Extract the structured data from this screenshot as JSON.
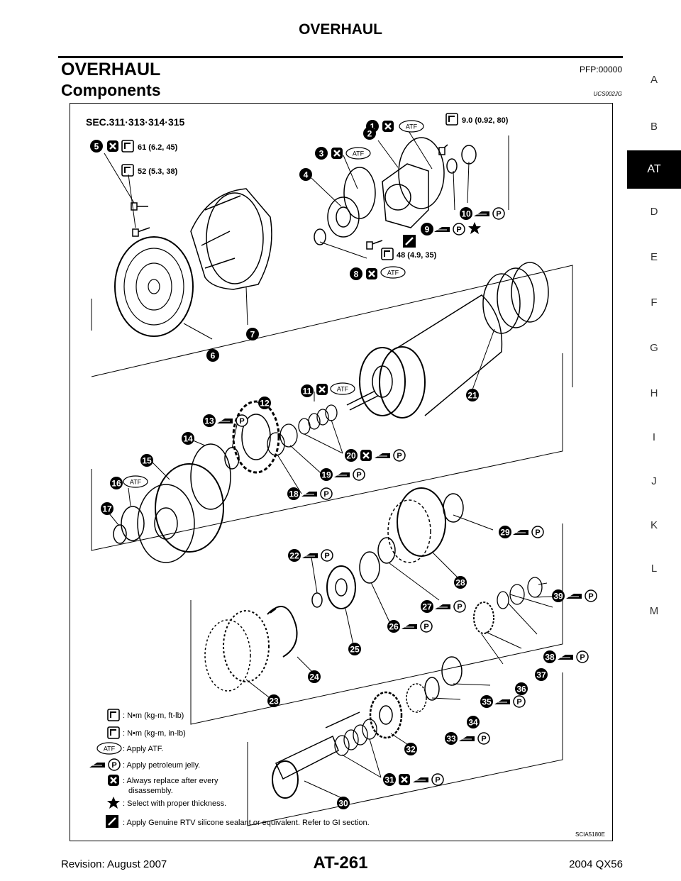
{
  "header": {
    "running_title": "OVERHAUL"
  },
  "section": {
    "title": "OVERHAUL",
    "code": "PFP:00000"
  },
  "subsection": {
    "title": "Components",
    "code": "UCS002JG"
  },
  "side_index": [
    "A",
    "B",
    "AT",
    "D",
    "E",
    "F",
    "G",
    "H",
    "I",
    "J",
    "K",
    "L",
    "M"
  ],
  "side_index_active": "AT",
  "diagram": {
    "sec_label": "SEC.311·313·314·315",
    "torques": {
      "t1": "9.0  (0.92,  80)",
      "t5": "61  (6.2,  45)",
      "t52": "52  (5.3,  38)",
      "t48": "48  (4.9,  35)"
    },
    "atf_label": "ATF",
    "jelly_label": "P",
    "callouts": [
      "1",
      "2",
      "3",
      "4",
      "5",
      "6",
      "7",
      "8",
      "9",
      "10",
      "11",
      "12",
      "13",
      "14",
      "15",
      "16",
      "17",
      "18",
      "19",
      "20",
      "21",
      "22",
      "23",
      "24",
      "25",
      "26",
      "27",
      "28",
      "29",
      "30",
      "31",
      "32",
      "33",
      "34",
      "35",
      "36",
      "37",
      "38",
      "39"
    ],
    "legend": {
      "nm_ftlb": ":  N•m  (kg-m,   ft-lb)",
      "nm_inlb": ":  N•m  (kg-m,   in-lb)",
      "apply_atf": ": Apply ATF.",
      "apply_jelly": ": Apply petroleum jelly.",
      "replace_1": ": Always replace after every",
      "replace_2": "disassembly.",
      "select": ": Select with proper thickness.",
      "rtv": ":  Apply Genuine RTV silicone sealant or equivalent. Refer to GI section."
    },
    "figure_id": "SCIA5180E"
  },
  "footer": {
    "revision": "Revision: August 2007",
    "page": "AT-261",
    "model": "2004 QX56"
  }
}
